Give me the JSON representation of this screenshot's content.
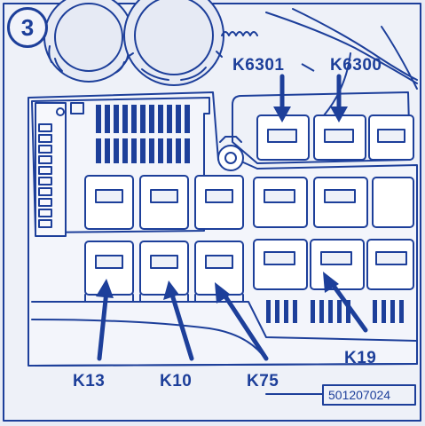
{
  "figure_number": "3",
  "reference_code": "501207024",
  "relay_labels": {
    "k6301": "K6301",
    "k6300": "K6300",
    "k13": "K13",
    "k10": "K10",
    "k75": "K75",
    "k19": "K19"
  },
  "colors": {
    "line": "#1d3f9a",
    "background": "#e8ecf6",
    "fill": "#ffffff"
  }
}
